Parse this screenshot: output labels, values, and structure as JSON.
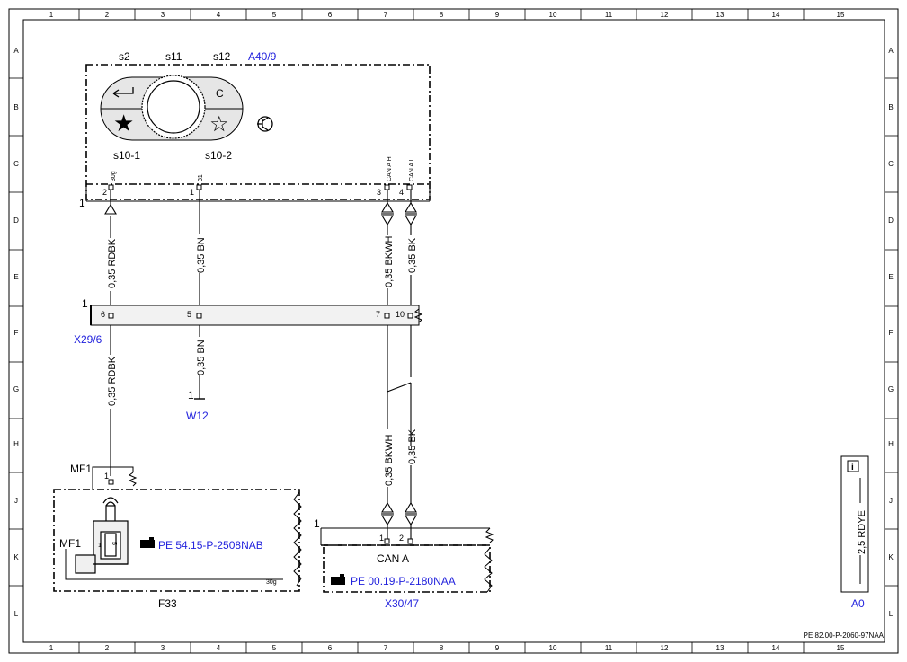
{
  "grid": {
    "columns": [
      "1",
      "2",
      "3",
      "4",
      "5",
      "6",
      "7",
      "8",
      "9",
      "10",
      "11",
      "12",
      "13",
      "14",
      "15"
    ],
    "rows": [
      "A",
      "B",
      "C",
      "D",
      "E",
      "F",
      "G",
      "H",
      "J",
      "K",
      "L"
    ]
  },
  "a40": {
    "code": "A40/9",
    "s2": "s2",
    "s11": "s11",
    "s12": "s12",
    "c_label": "C",
    "s10_1": "s10-1",
    "s10_2": "s10-2",
    "bracket_num": "1",
    "pins": [
      {
        "num": "2",
        "func": "30g"
      },
      {
        "num": "1",
        "func": "31"
      },
      {
        "num": "3",
        "func": "CAN A H"
      },
      {
        "num": "4",
        "func": "CAN A L"
      }
    ]
  },
  "wires": {
    "w1_upper": "0,35 RDBK",
    "w2_upper": "0,35 BN",
    "w3_upper": "0,35 BKWH",
    "w4_upper": "0,35 BK",
    "w1_lower": "0,35 RDBK",
    "w2_lower": "0,35 BN",
    "w3_lower": "0,35 BKWH",
    "w4_lower": "0,35 BK"
  },
  "x29": {
    "code": "X29/6",
    "bracket_num": "1",
    "pins": [
      "6",
      "5",
      "7",
      "10"
    ]
  },
  "w12": {
    "code": "W12",
    "num": "1"
  },
  "f33": {
    "code": "F33",
    "mf1_top": "MF1",
    "mf1_side": "MF1",
    "pin": "1",
    "fuse_num": "1",
    "fuse_rating": "5",
    "ref": "PE 54.15-P-2508NAB",
    "terminal": "30g"
  },
  "x30": {
    "code": "X30/47",
    "bracket_num": "1",
    "pins": [
      "1",
      "2"
    ],
    "name": "CAN A",
    "ref": "PE 00.19-P-2180NAA"
  },
  "legend": {
    "info": "i",
    "wire": "2,5 RDYE",
    "code": "A0"
  },
  "doc_id": "PE 82.00-P-2060-97NAA"
}
